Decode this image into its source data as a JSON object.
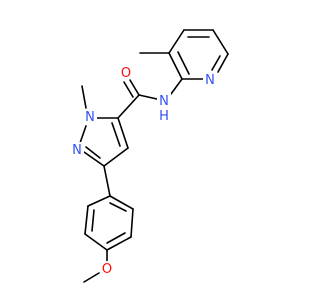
{
  "atoms": {
    "carbonyl_oxygen": {
      "label": "O",
      "color": "#ff0d0d"
    },
    "amide_nitrogen": {
      "label": "N",
      "color": "#3050f8"
    },
    "amide_hydrogen": {
      "label": "H",
      "color": "#3050f8"
    },
    "pyridine_nitrogen": {
      "label": "N",
      "color": "#3050f8"
    },
    "pyrazole_n1": {
      "label": "N",
      "color": "#3050f8"
    },
    "pyrazole_n2": {
      "label": "N",
      "color": "#3050f8"
    },
    "ether_oxygen": {
      "label": "O",
      "color": "#ff0d0d"
    }
  },
  "colors": {
    "bond": "#000000",
    "background": "#ffffff"
  }
}
